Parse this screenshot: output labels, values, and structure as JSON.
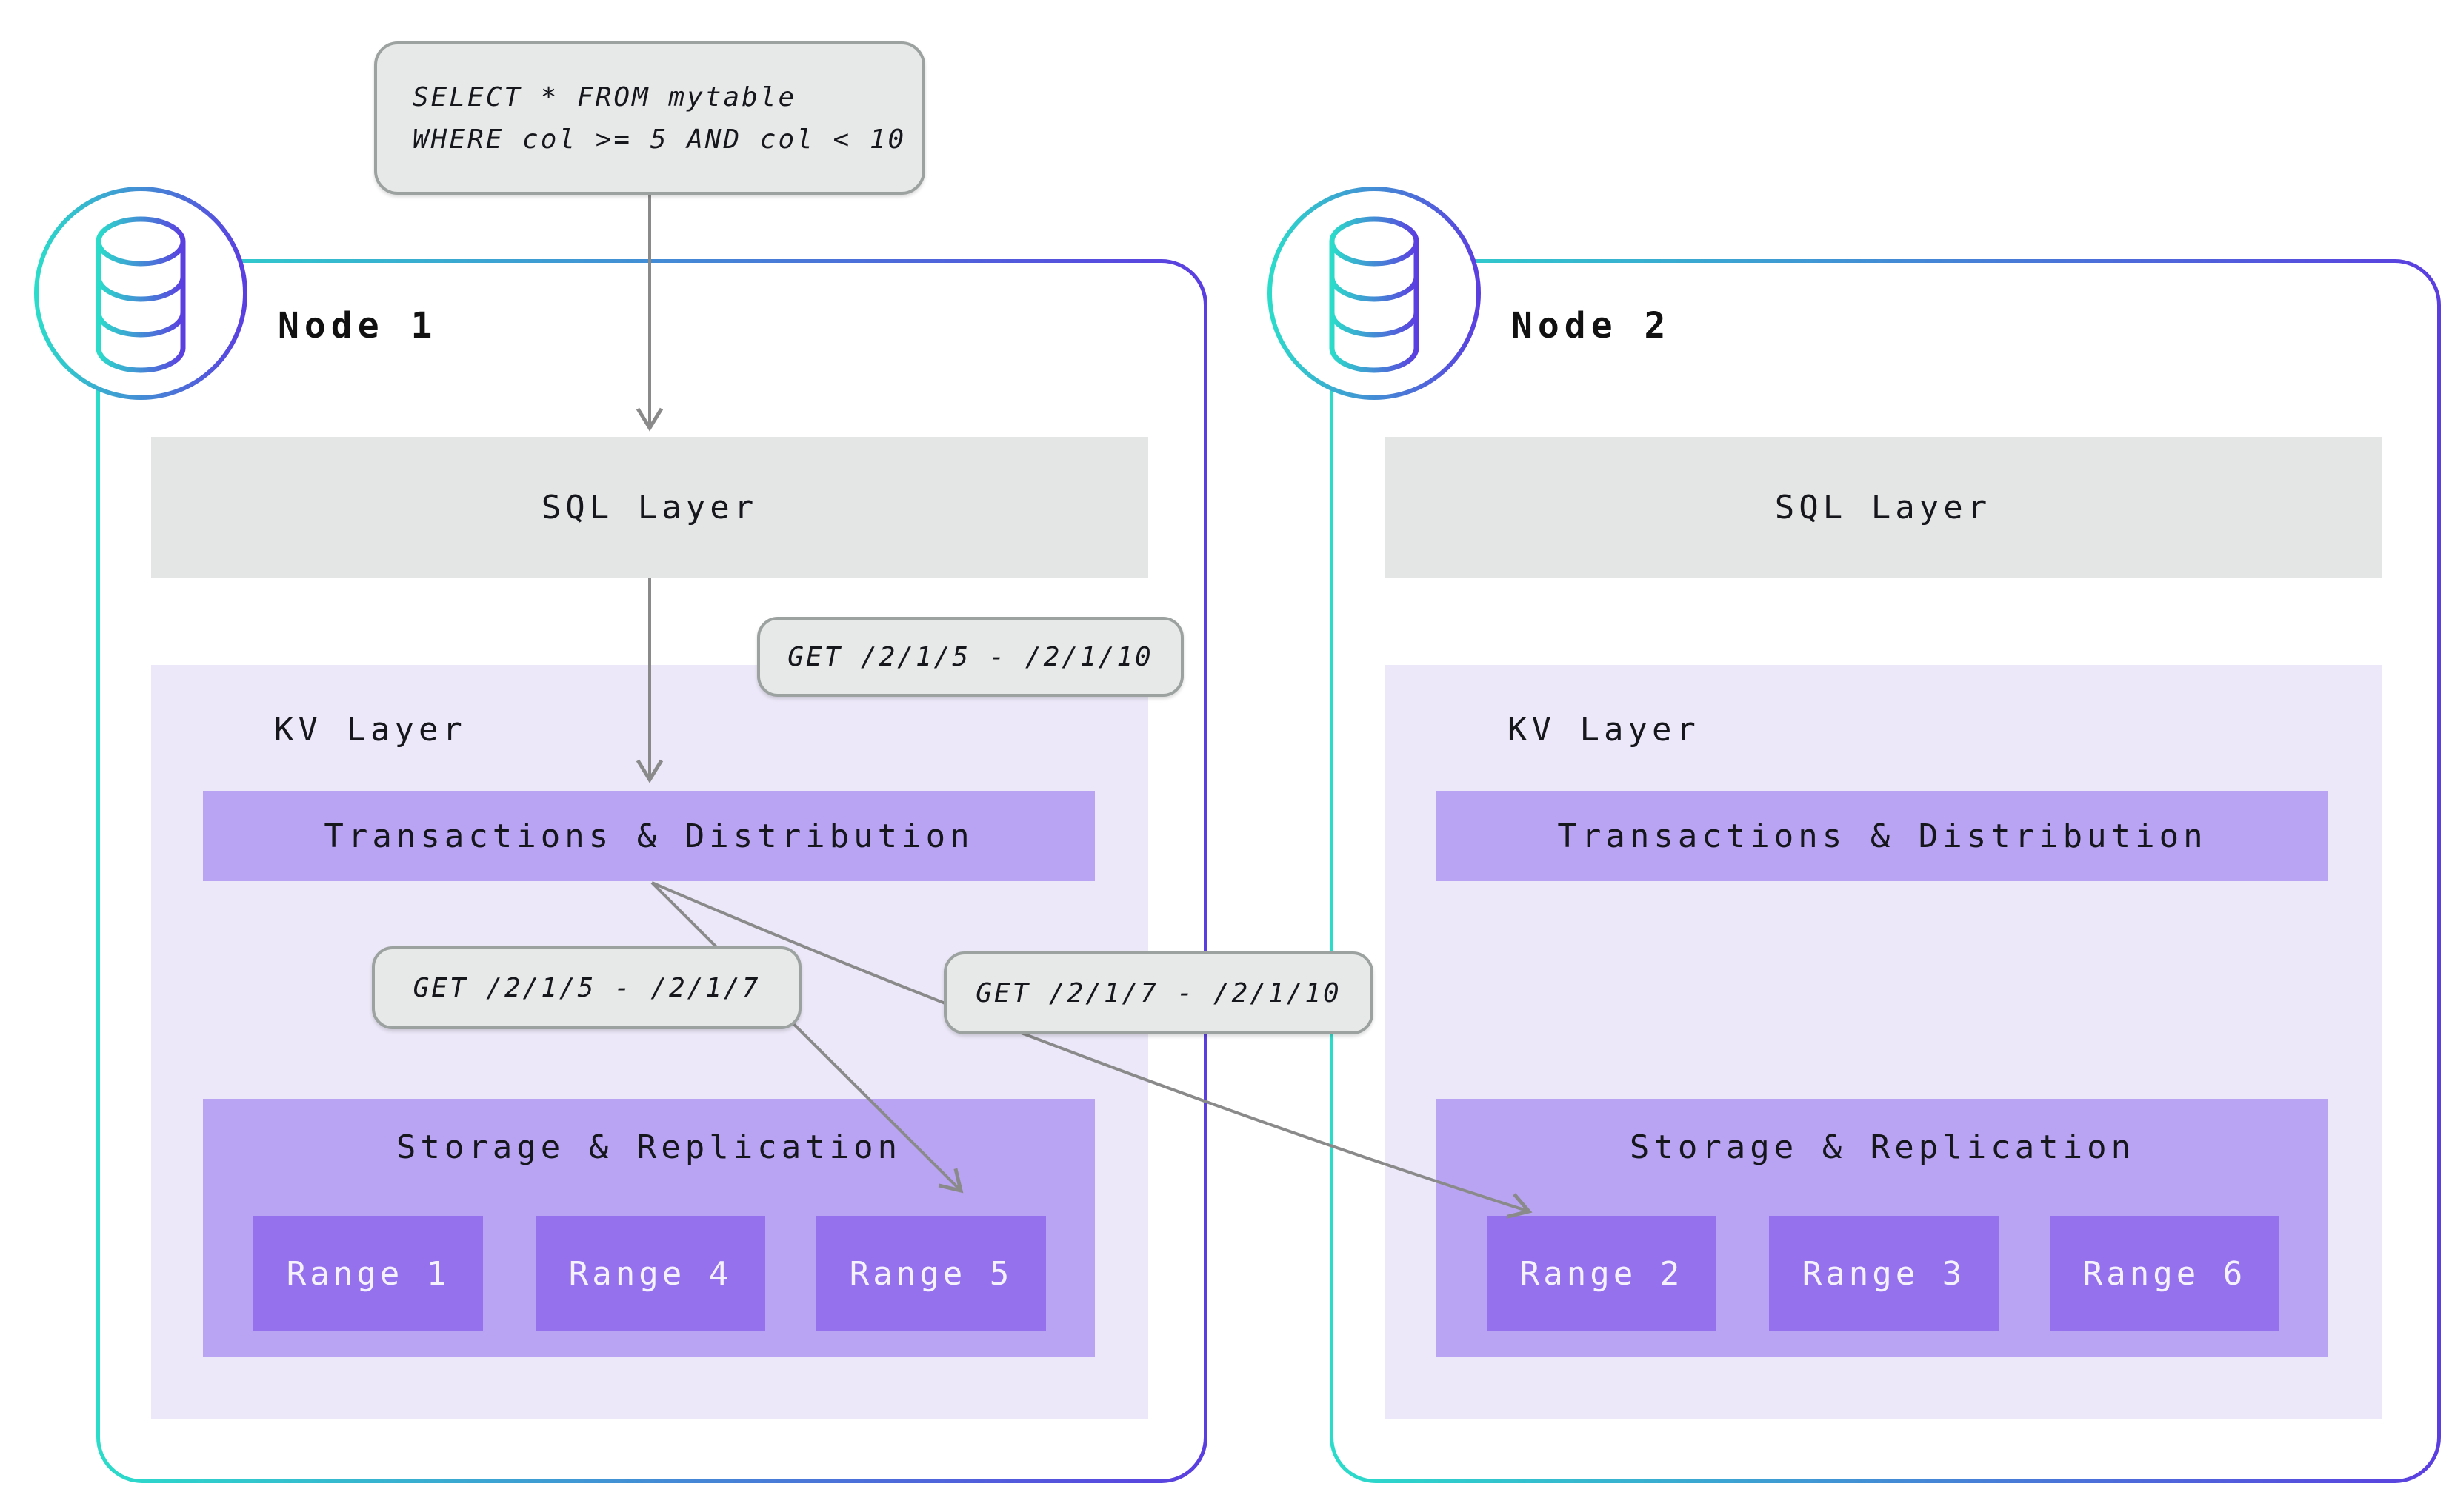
{
  "query_box": {
    "line1": "SELECT * FROM mytable",
    "line2": "WHERE col >= 5 AND col < 10"
  },
  "get_labels": {
    "full_span": "GET /2/1/5 - /2/1/10",
    "left_span": "GET /2/1/5 - /2/1/7",
    "right_span": "GET /2/1/7 - /2/1/10"
  },
  "nodes": [
    {
      "title": "Node 1",
      "sql_layer": "SQL Layer",
      "kv_layer": "KV Layer",
      "transactions": "Transactions & Distribution",
      "storage": "Storage & Replication",
      "ranges": [
        "Range 1",
        "Range 4",
        "Range 5"
      ]
    },
    {
      "title": "Node 2",
      "sql_layer": "SQL Layer",
      "kv_layer": "KV Layer",
      "transactions": "Transactions & Distribution",
      "storage": "Storage & Replication",
      "ranges": [
        "Range 2",
        "Range 3",
        "Range 6"
      ]
    }
  ],
  "icons": {
    "node_badge": "database-icon"
  },
  "colors": {
    "node_border_start": "#2BDCCA",
    "node_border_end": "#5B3EE0",
    "sql_layer_bg": "#E4E6E5",
    "kv_layer_bg": "#ECE8F9",
    "component_bg": "#B9A4F3",
    "range_bg": "#9571ED",
    "range_text": "#F5F2FD",
    "label_bg": "#E7E9E8",
    "label_border": "#9CA2A0",
    "arrow": "#8A8A8A",
    "text": "#16161D"
  }
}
